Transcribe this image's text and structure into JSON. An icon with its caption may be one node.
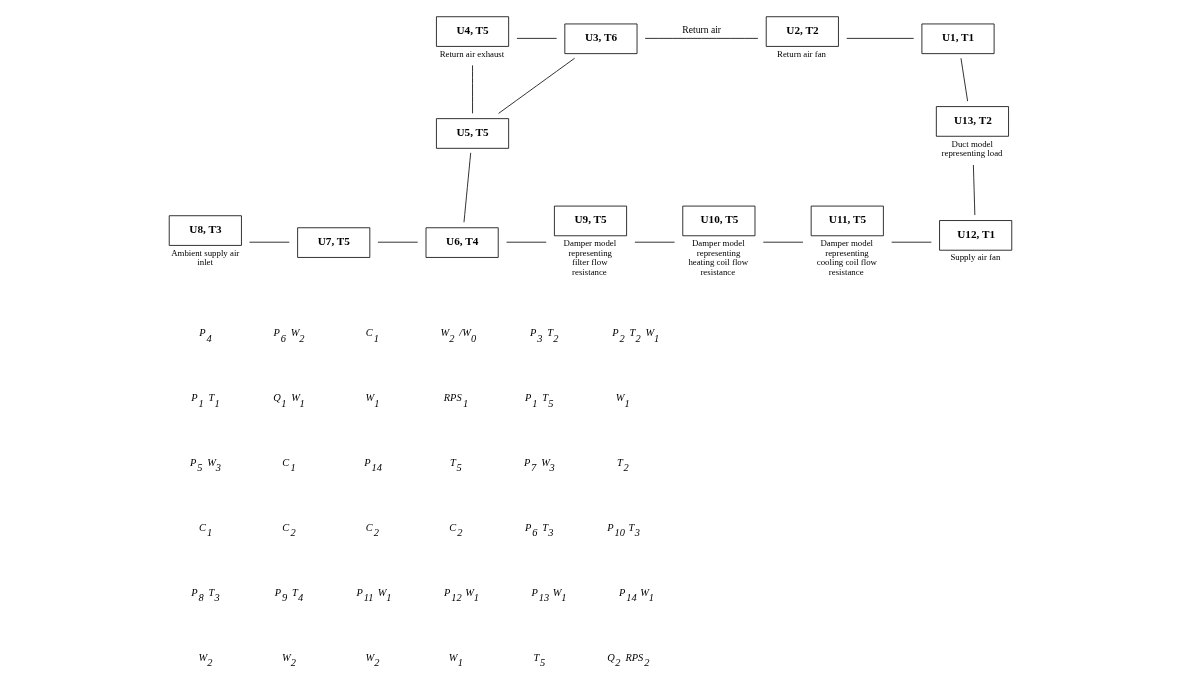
{
  "diagram": {
    "nodes": [
      {
        "text": [
          "U4, T5"
        ],
        "beside": [
          "Return air exhaust"
        ]
      },
      {
        "text": [
          "U3, T6"
        ]
      },
      {
        "text": [
          "U2, T2"
        ],
        "beside": [
          "Return air fan"
        ]
      },
      {
        "text": [
          "U1, T1"
        ]
      },
      {
        "text": [
          "U5, T5"
        ]
      },
      {
        "text": [
          "U13, T2"
        ],
        "beside": [
          "Duct model representing load"
        ]
      },
      {
        "text": [
          "U8, T3"
        ],
        "beside": [
          "Ambient supply air inlet"
        ]
      },
      {
        "text": [
          "U7, T5"
        ]
      },
      {
        "text": [
          "U6, T4"
        ]
      },
      {
        "text": [
          "U9, T5"
        ],
        "beside": [
          "Damper model representing filter flow resistance"
        ]
      },
      {
        "text": [
          "U10, T5"
        ],
        "beside": [
          "Damper model representing heating coil flow resistance"
        ]
      },
      {
        "text": [
          "U11, T5"
        ],
        "beside": [
          "Damper model representing cooling coil flow resistance"
        ]
      },
      {
        "text": [
          "U12, T1"
        ],
        "beside": [
          "Supply air fan"
        ]
      }
    ],
    "edges": [
      {
        "from": 0,
        "to": 1,
        "arrow": "none"
      },
      {
        "from": 1,
        "to": 2,
        "arrow": "none",
        "label": "Return air"
      },
      {
        "from": 2,
        "to": 3,
        "arrow": "none"
      },
      {
        "from": 0,
        "to": 4,
        "arrow": "none"
      },
      {
        "from": 1,
        "to": 4,
        "arrow": "none"
      },
      {
        "from": 4,
        "to": 8,
        "arrow": "none"
      },
      {
        "from": 3,
        "to": 5,
        "arrow": "none"
      },
      {
        "from": 5,
        "to": 12,
        "arrow": "none"
      },
      {
        "from": 6,
        "to": 7,
        "arrow": "none"
      },
      {
        "from": 7,
        "to": 8,
        "arrow": "none"
      },
      {
        "from": 8,
        "to": 9,
        "arrow": "none"
      },
      {
        "from": 9,
        "to": 10,
        "arrow": "none"
      },
      {
        "from": 10,
        "to": 11,
        "arrow": "none"
      },
      {
        "from": 11,
        "to": 12,
        "arrow": "none"
      }
    ],
    "labels": [
      "P$_{4}$",
      "P$_{6}$ W$_{2}$",
      "C$_{1}$",
      "W$_{2}$ /W$_{0}$",
      "P$_{3}$ T$_{2}$",
      "P$_{2}$ T$_{2}$ W$_{1}$",
      "P$_{1}$ T$_{1}$",
      "Q$_{1}$ W$_{1}$",
      "W$_{1}$",
      "RPS$_{1}$",
      "P$_{1}$ T$_{5}$",
      "W$_{1}$",
      "P$_{5}$ W$_{3}$",
      "C$_{1}$",
      "P$_{14}$",
      "T$_{5}$",
      "P$_{7}$ W$_{3}$",
      "T$_{2}$",
      "C$_{1}$",
      "C$_{2}$",
      "C$_{2}$",
      "C$_{2}$",
      "P$_{6}$ T$_{3}$",
      "P$_{10}$ T$_{3}$",
      "P$_{8}$ T$_{3}$",
      "P$_{9}$ T$_{4}$",
      "P$_{11}$ W$_{1}$",
      "P$_{12}$ W$_{1}$",
      "P$_{13}$ W$_{1}$",
      "P$_{14}$ W$_{1}$",
      "W$_{2}$",
      "W$_{2}$",
      "W$_{2}$",
      "W$_{1}$",
      "T$_{5}$",
      "Q$_{2}$ RPS$_{2}$"
    ]
  }
}
